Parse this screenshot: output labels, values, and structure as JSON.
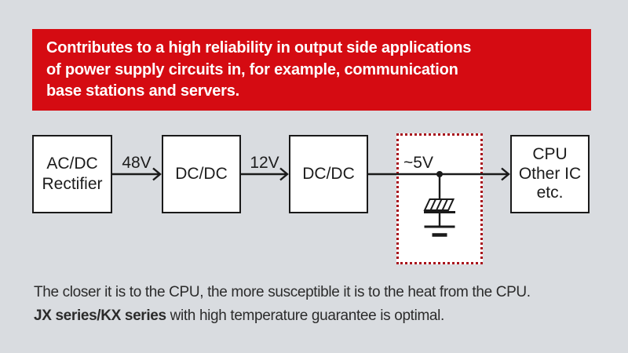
{
  "banner": {
    "line1": "Contributes to a high reliability in output side applications",
    "line2": "of power supply circuits in, for example, communication",
    "line3": "base stations and servers."
  },
  "diagram": {
    "box_acdc": {
      "line1": "AC/DC",
      "line2": "Rectifier"
    },
    "box_dcdc1": {
      "label": "DC/DC"
    },
    "box_dcdc2": {
      "label": "DC/DC"
    },
    "box_cpu": {
      "line1": "CPU",
      "line2": "Other IC",
      "line3": "etc."
    },
    "label_48v": "48V",
    "label_12v": "12V",
    "label_5v": "~5V",
    "icons": {
      "capacitor_icon": "polymer-capacitor-symbol",
      "ground_icon": "ground-symbol",
      "junction_icon": "junction-dot",
      "arrow_icon": "right-arrow"
    }
  },
  "footer": {
    "line1": "The closer it is to the CPU, the more susceptible it is to the heat from the CPU.",
    "line2_bold": "JX series/KX series",
    "line2_rest": " with high temperature guarantee is optimal."
  },
  "colors": {
    "background": "#d9dce0",
    "banner_red": "#d50b12",
    "banner_text": "#ffffff",
    "highlight_dotted_red": "#a8121b",
    "box_fill": "#ffffff",
    "box_border": "#1a1a1a",
    "body_text": "#2b2b2b"
  }
}
